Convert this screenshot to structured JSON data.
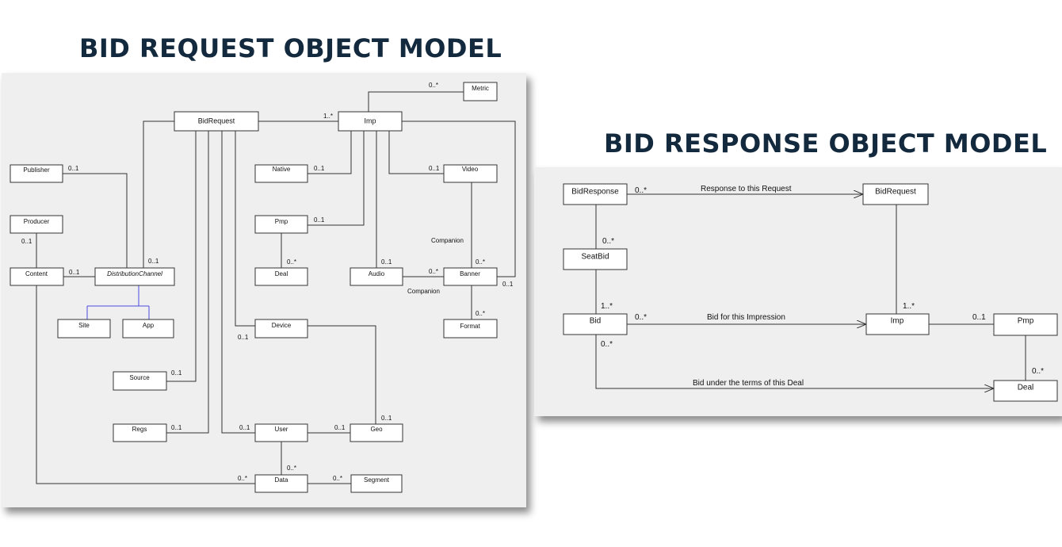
{
  "request_model": {
    "title": "BID REQUEST OBJECT MODEL",
    "classes": {
      "bidrequest": "BidRequest",
      "imp": "Imp",
      "metric": "Metric",
      "publisher": "Publisher",
      "native": "Native",
      "video": "Video",
      "producer": "Producer",
      "pmp": "Pmp",
      "content": "Content",
      "distributionchannel": "DistributionChannel",
      "deal": "Deal",
      "audio": "Audio",
      "banner": "Banner",
      "site": "Site",
      "app": "App",
      "format": "Format",
      "device": "Device",
      "source": "Source",
      "regs": "Regs",
      "user": "User",
      "geo": "Geo",
      "data": "Data",
      "segment": "Segment"
    },
    "labels": {
      "metric_mult": "0..*",
      "imp_mult": "1..*",
      "publisher_mult": "0..1",
      "native_mult": "0..1",
      "video_mult": "0..1",
      "pmp_mult": "0..1",
      "producer_mult": "0..1",
      "companion_video": "Companion",
      "distchan_mult": "0..1",
      "content_mult": "0..1",
      "deal_mult": "0..*",
      "audio_mult": "0..1",
      "banner_mult": "0..*",
      "banner_mult_right": "0..1",
      "companion_audio": "Companion",
      "format_mult": "0..*",
      "device_mult": "0..1",
      "source_mult": "0..1",
      "geo_mult": "0..1",
      "regs_mult": "0..1",
      "user_mult": "0..1",
      "user_geo_mult": "0..1",
      "data_mult": "0..*",
      "content_data_mult": "0..*",
      "segment_mult": "0..*"
    }
  },
  "response_model": {
    "title": "BID RESPONSE OBJECT MODEL",
    "classes": {
      "bidresponse": "BidResponse",
      "bidrequest": "BidRequest",
      "seatbid": "SeatBid",
      "bid": "Bid",
      "imp": "Imp",
      "pmp": "Pmp",
      "deal": "Deal"
    },
    "labels": {
      "bidresponse_mult": "0..*",
      "response_to_request": "Response to this Request",
      "seatbid_mult": "0..*",
      "bid_mult": "1..*",
      "bid_imp_mult": "0..*",
      "bid_for_impression": "Bid for this Impression",
      "imp_mult": "1..*",
      "pmp_mult": "0..1",
      "bid_deal_mult": "0..*",
      "bid_under_deal": "Bid under the terms of this Deal",
      "deal_mult": "0..*"
    }
  }
}
